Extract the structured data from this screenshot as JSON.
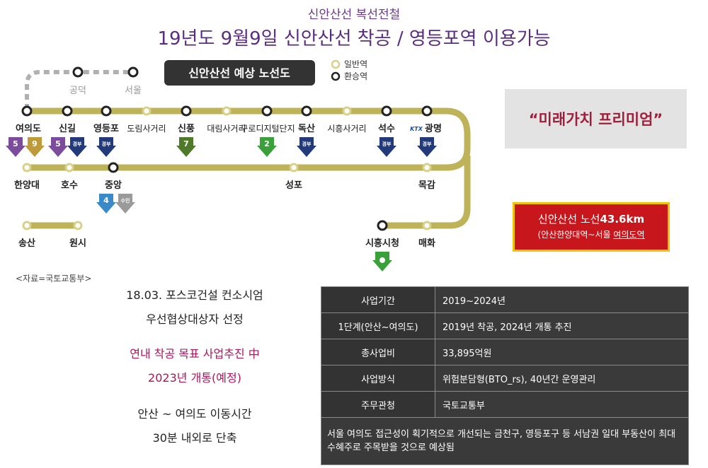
{
  "header": {
    "supertitle": "신안산선 복선전철",
    "title": "19년도 9월9일 신안산선 착공 / 영등포역 이용가능"
  },
  "map": {
    "title": "신안산선 예상 노선도",
    "legend": {
      "normal": "일반역",
      "transfer": "환승역"
    },
    "stations": {
      "gongdeok": "공덕",
      "seoul": "서울",
      "yeouido": "여의도",
      "singil": "신길",
      "yeongdeungpo": "영등포",
      "dorim": "도림사거리",
      "sinpung": "신풍",
      "daerim": "대림사거리",
      "guro": "구로디지털단지",
      "doksan": "독산",
      "siheung": "시흥사거리",
      "seoksu": "석수",
      "gwangmyeong": "광명",
      "hanyangdae": "한양대",
      "hosu": "호수",
      "jungang": "중앙",
      "seongpo": "성포",
      "mokgam": "목감",
      "songsan": "송산",
      "wonsi": "원시",
      "siheung_city": "시흥시청",
      "maehwa": "매화"
    },
    "badges": {
      "gyeongbu": "경부",
      "ktx": "KTX",
      "suin": "수인"
    },
    "colors": {
      "line": "#bfb35a",
      "feeder": "#b0b0b0",
      "line5": "#7b4c9c",
      "line9": "#bf9a3a",
      "line7": "#4f7a2a",
      "line2": "#3aa03a",
      "line1": "#223a7a",
      "line4": "#3a89c9",
      "suin": "#9a9a9a"
    }
  },
  "premium": "“미래가치 프리미엄”",
  "length": {
    "prefix": "신안산선 노선",
    "value": "43.6km",
    "sub_prefix": "(안산한양대역~서울 ",
    "sub_link": "여의도역"
  },
  "source": "<자료=국토교통부>",
  "notes": {
    "l1": "18.03. 포스코건설 컨소시엄",
    "l2": "우선협상대상자 선정",
    "l3": "연내 착공 목표 사업추진 中",
    "l4": "2023년 개통(예정)",
    "l5": "안산 ~ 여의도 이동시간",
    "l6": "30분 내외로 단축"
  },
  "table": {
    "rows": [
      {
        "label": "사업기간",
        "value": "2019~2024년"
      },
      {
        "label": "1단계(안산~여의도)",
        "value": "2019년 착공, 2024년 개통 추진"
      },
      {
        "label": "총사업비",
        "value": "33,895억원"
      },
      {
        "label": "사업방식",
        "value": "위험분담형(BTO_rs), 40년간 운영관리"
      },
      {
        "label": "주무관청",
        "value": "국토교통부"
      }
    ],
    "footer": "서울 여의도 접근성이 획기적으로 개선되는 금천구, 영등포구 등 서남권 일대 부동산이 최대 수혜주로 주목받을 것으로 예상됨"
  }
}
